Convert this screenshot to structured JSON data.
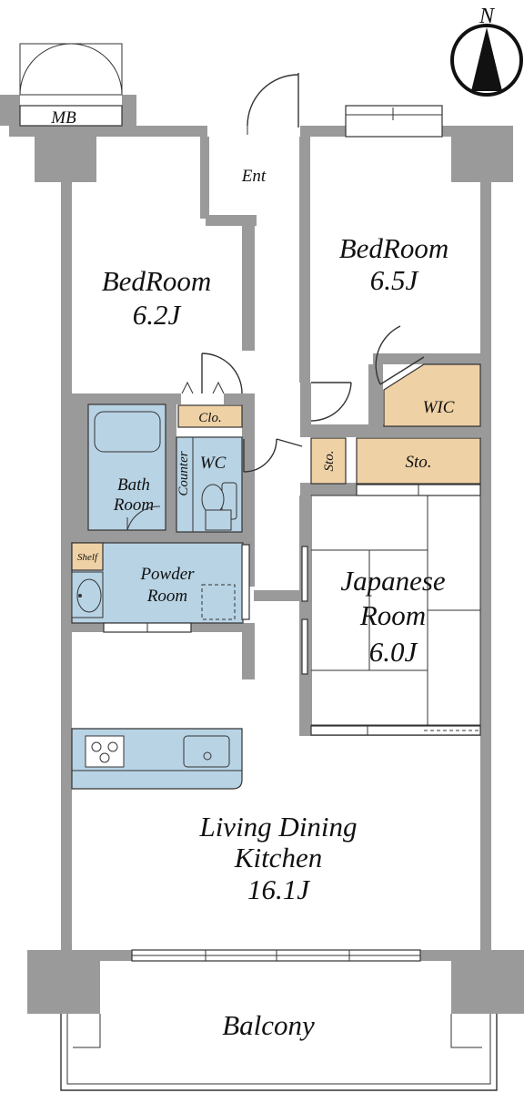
{
  "compass": {
    "label": "N"
  },
  "rooms": {
    "mb": "MB",
    "entrance": "Ent",
    "bedroom1": {
      "name": "BedRoom",
      "size": "6.2J"
    },
    "bedroom2": {
      "name": "BedRoom",
      "size": "6.5J"
    },
    "closet": "Clo.",
    "wic": "WIC",
    "storage_small": "Sto.",
    "storage_large": "Sto.",
    "bath": {
      "line1": "Bath",
      "line2": "Room"
    },
    "wc": "WC",
    "counter": "Counter",
    "shelf": "Shelf",
    "powder": {
      "line1": "Powder",
      "line2": "Room"
    },
    "japanese": {
      "line1": "Japanese",
      "line2": "Room",
      "size": "6.0J"
    },
    "ldk": {
      "line1": "Living Dining",
      "line2": "Kitchen",
      "size": "16.1J"
    },
    "balcony": "Balcony"
  },
  "colors": {
    "wall": "#9a9a9a",
    "wet_area": "#b8d3e4",
    "storage": "#efd1a6"
  }
}
